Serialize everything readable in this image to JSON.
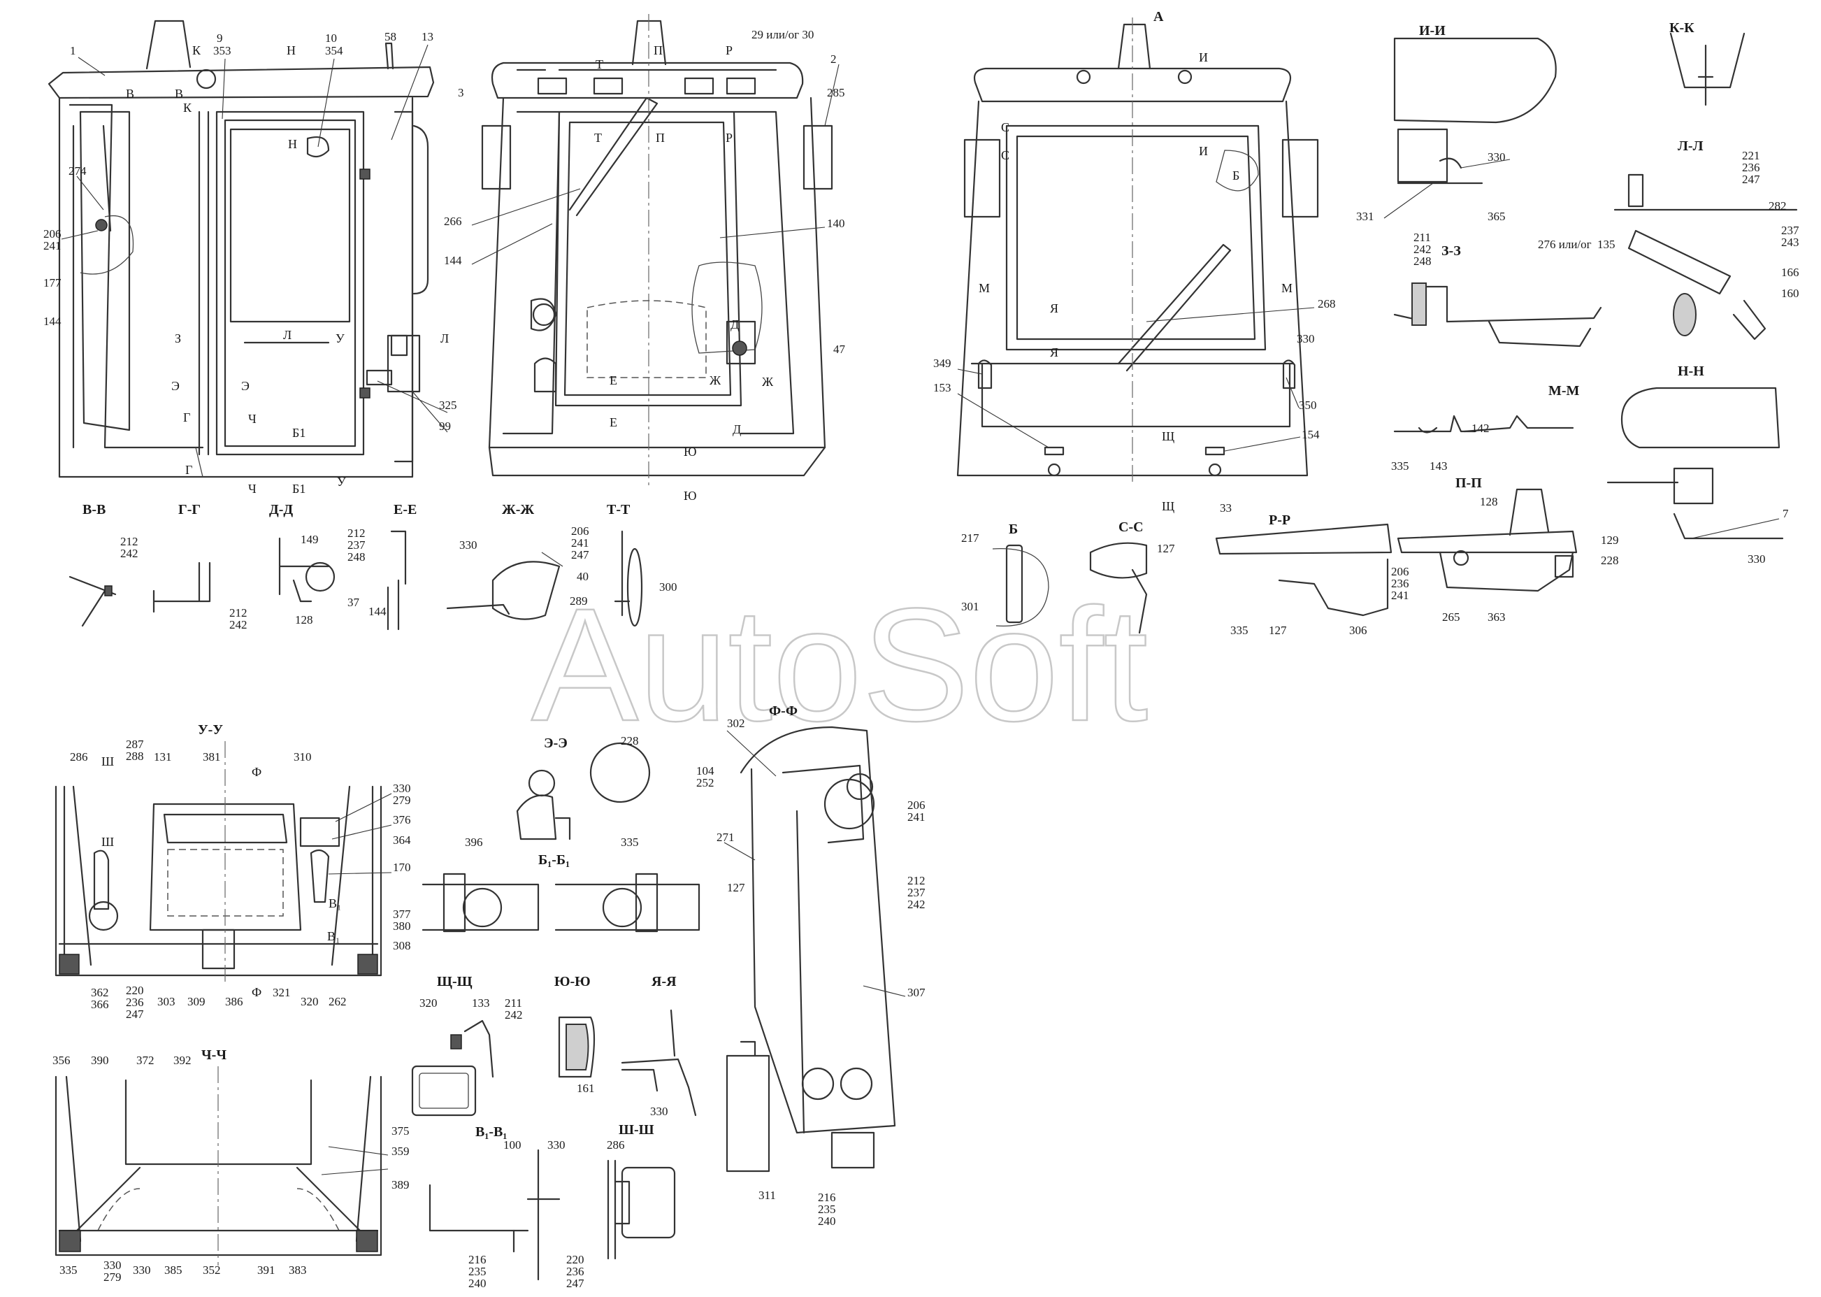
{
  "watermark": "AutoSoft",
  "view_labels": {
    "top_view": "А"
  },
  "section_titles": [
    {
      "id": "v-v",
      "text": "В-В"
    },
    {
      "id": "g-g",
      "text": "Г-Г"
    },
    {
      "id": "d-d",
      "text": "Д-Д"
    },
    {
      "id": "e-e",
      "text": "Е-Е"
    },
    {
      "id": "zh-zh",
      "text": "Ж-Ж"
    },
    {
      "id": "t-t",
      "text": "Т-Т"
    },
    {
      "id": "b",
      "text": "Б"
    },
    {
      "id": "s-s",
      "text": "С-С"
    },
    {
      "id": "r-r",
      "text": "Р-Р"
    },
    {
      "id": "p-p",
      "text": "П-П"
    },
    {
      "id": "i-i",
      "text": "И-И"
    },
    {
      "id": "k-k",
      "text": "К-К"
    },
    {
      "id": "l-l",
      "text": "Л-Л"
    },
    {
      "id": "z-z",
      "text": "З-З"
    },
    {
      "id": "m-m",
      "text": "М-М"
    },
    {
      "id": "n-n",
      "text": "Н-Н"
    },
    {
      "id": "u-u",
      "text": "У-У"
    },
    {
      "id": "e2-e2",
      "text": "Э-Э"
    },
    {
      "id": "b1-b1",
      "text": "Б₁-Б₁"
    },
    {
      "id": "f-f",
      "text": "Ф-Ф"
    },
    {
      "id": "sch-sch",
      "text": "Щ-Щ"
    },
    {
      "id": "yu-yu",
      "text": "Ю-Ю"
    },
    {
      "id": "ya-ya",
      "text": "Я-Я"
    },
    {
      "id": "ch-ch",
      "text": "Ч-Ч"
    },
    {
      "id": "v1-v1",
      "text": "В₁-В₁"
    },
    {
      "id": "sh-sh",
      "text": "Ш-Ш"
    }
  ],
  "section_marks": [
    "К",
    "Н",
    "В",
    "В",
    "К",
    "Н",
    "З",
    "Л",
    "Л",
    "У",
    "Э",
    "Э",
    "Г",
    "Г",
    "Ч",
    "Ч",
    "Б1",
    "Б1",
    "У",
    "Т",
    "П",
    "Р",
    "Т",
    "П",
    "Р",
    "Е",
    "Е",
    "Ж",
    "Ж",
    "Д",
    "Д",
    "Ю",
    "Ю",
    "И",
    "С",
    "С",
    "И",
    "Б",
    "М",
    "М",
    "Я",
    "Я",
    "Щ",
    "Щ",
    "Ф",
    "Ф",
    "В₁",
    "В₁",
    "Ш",
    "Ш"
  ],
  "part_numbers": [
    "1",
    "9",
    "353",
    "10",
    "354",
    "58",
    "13",
    "274",
    "206",
    "241",
    "177",
    "144",
    "99",
    "325",
    "29 или/ог 30",
    "2",
    "3",
    "285",
    "266",
    "144",
    "140",
    "47",
    "349",
    "153",
    "268",
    "330",
    "350",
    "154",
    "33",
    "330",
    "331",
    "365",
    "211",
    "242",
    "248",
    "221",
    "236",
    "247",
    "282",
    "276 или/ог",
    "135",
    "237",
    "243",
    "166",
    "160",
    "335",
    "143",
    "142",
    "7",
    "330",
    "212",
    "242",
    "212",
    "242",
    "149",
    "212",
    "237",
    "248",
    "37",
    "128",
    "144",
    "330",
    "206",
    "241",
    "247",
    "40",
    "289",
    "300",
    "217",
    "301",
    "127",
    "335",
    "127",
    "306",
    "128",
    "206",
    "236",
    "241",
    "129",
    "228",
    "265",
    "363",
    "286",
    "287",
    "288",
    "131",
    "381",
    "310",
    "330",
    "279",
    "376",
    "364",
    "170",
    "377",
    "380",
    "308",
    "362",
    "366",
    "220",
    "236",
    "247",
    "303",
    "309",
    "386",
    "321",
    "320",
    "262",
    "228",
    "396",
    "335",
    "302",
    "104",
    "252",
    "206",
    "241",
    "271",
    "127",
    "212",
    "237",
    "242",
    "307",
    "320",
    "133",
    "211",
    "242",
    "161",
    "330",
    "311",
    "216",
    "235",
    "240",
    "356",
    "390",
    "372",
    "392",
    "375",
    "359",
    "389",
    "335",
    "330",
    "279",
    "330",
    "385",
    "352",
    "391",
    "383",
    "100",
    "330",
    "216",
    "235",
    "240",
    "286",
    "220",
    "236",
    "247"
  ]
}
